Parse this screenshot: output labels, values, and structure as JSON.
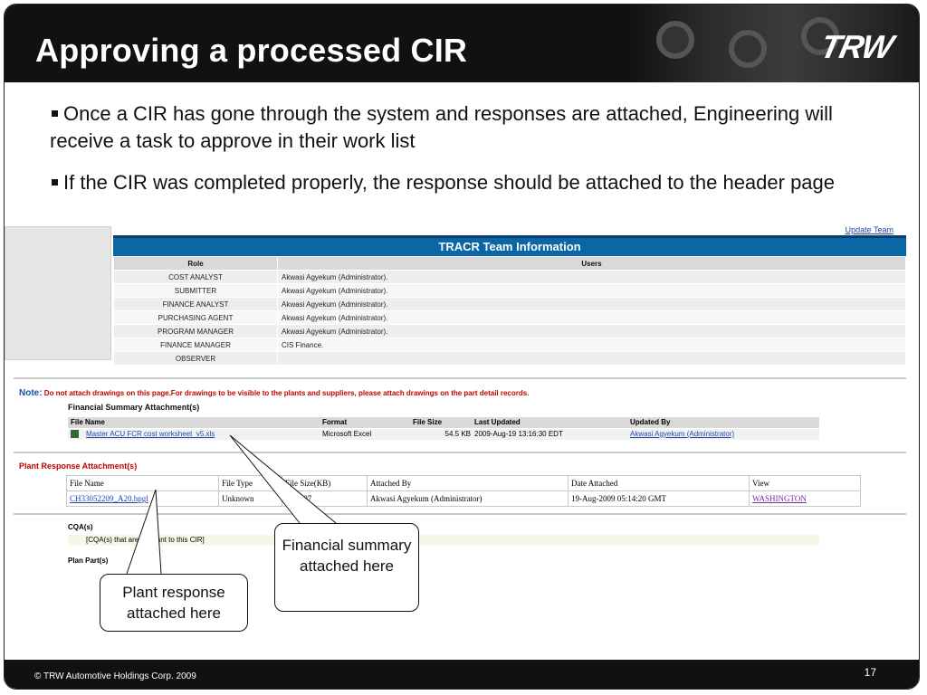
{
  "slide": {
    "title": "Approving a processed CIR",
    "logo_text": "TRW",
    "bullets": [
      "Once a CIR has gone through the system and responses are attached, Engineering will receive a task to approve in their work list",
      "If the CIR was completed properly, the response should be attached to the header page"
    ],
    "footer": {
      "copyright": "© TRW Automotive Holdings Corp. 2009",
      "page_number": "17"
    }
  },
  "screenshot": {
    "update_team_link": "Update Team",
    "team_panel": {
      "title": "TRACR Team Information",
      "headers": [
        "Role",
        "Users"
      ],
      "rows": [
        {
          "role": "COST ANALYST",
          "user": "Akwasi Agyekum (Administrator)."
        },
        {
          "role": "SUBMITTER",
          "user": "Akwasi Agyekum (Administrator)."
        },
        {
          "role": "FINANCE ANALYST",
          "user": "Akwasi Agyekum (Administrator)."
        },
        {
          "role": "PURCHASING AGENT",
          "user": "Akwasi Agyekum (Administrator)."
        },
        {
          "role": "PROGRAM MANAGER",
          "user": "Akwasi Agyekum (Administrator)."
        },
        {
          "role": "FINANCE MANAGER",
          "user": "CIS Finance."
        },
        {
          "role": "OBSERVER",
          "user": ""
        }
      ]
    },
    "note": {
      "label": "Note:",
      "text": "Do not attach drawings on this page.For drawings to be visible to the plants and suppliers, please attach drawings on the part detail records."
    },
    "financial_summary": {
      "heading": "Financial Summary Attachment(s)",
      "headers": [
        "File Name",
        "Format",
        "File Size",
        "Last Updated",
        "Updated By"
      ],
      "row": {
        "file_name": "Master ACU FCR cost worksheet_v5.xls",
        "format": "Microsoft Excel",
        "file_size": "54.5 KB",
        "last_updated": "2009-Aug-19 13:16:30 EDT",
        "updated_by": "Akwasi Agyekum (Administrator)"
      }
    },
    "plant_response": {
      "heading": "Plant Response Attachment(s)",
      "headers": [
        "File Name",
        "File Type",
        "File Size(KB)",
        "Attached By",
        "Date Attached",
        "View"
      ],
      "row": {
        "file_name": "CH33052209_A20.hpgl",
        "file_type": "Unknown",
        "file_size": "2628.97",
        "attached_by": "Akwasi Agyekum (Administrator)",
        "date_attached": "19-Aug-2009 05:14:20 GMT",
        "view": "WASHINGTON"
      }
    },
    "cqa": {
      "heading": "CQA(s)",
      "text": "[CQA(s) that are relevant to this CIR]"
    },
    "plan_parts": {
      "heading": "Plan Part(s)"
    }
  },
  "callouts": {
    "plant": "Plant response attached here",
    "financial": "Financial summary attached here"
  }
}
